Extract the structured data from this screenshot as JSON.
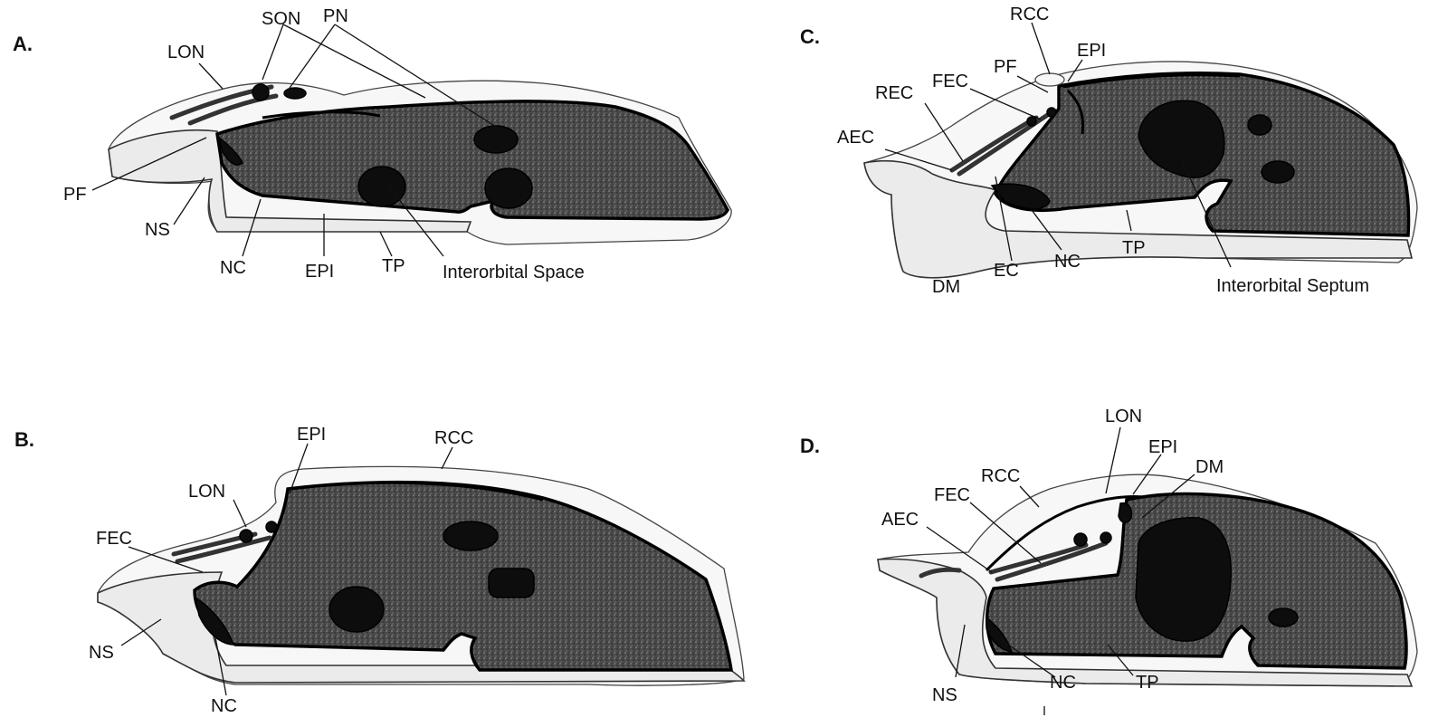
{
  "panels": {
    "a": {
      "letter": "A.",
      "labels": {
        "son": "SON",
        "pn": "PN",
        "lon": "LON",
        "pf": "PF",
        "ns": "NS",
        "nc": "NC",
        "epi": "EPI",
        "tp": "TP",
        "interorbital": "Interorbital Space"
      }
    },
    "b": {
      "letter": "B.",
      "labels": {
        "epi": "EPI",
        "rcc": "RCC",
        "lon": "LON",
        "fec": "FEC",
        "ns": "NS",
        "nc": "NC"
      }
    },
    "c": {
      "letter": "C.",
      "labels": {
        "rcc": "RCC",
        "epi": "EPI",
        "pf": "PF",
        "rec": "REC",
        "fec": "FEC",
        "aec": "AEC",
        "dm": "DM",
        "ec": "EC",
        "nc": "NC",
        "tp": "TP",
        "interorbital": "Interorbital Septum"
      }
    },
    "d": {
      "letter": "D.",
      "labels": {
        "lon": "LON",
        "rcc": "RCC",
        "epi": "EPI",
        "dm": "DM",
        "fec": "FEC",
        "aec": "AEC",
        "ns": "NS",
        "nc": "NC",
        "tp": "TP"
      }
    }
  },
  "colors": {
    "ink": "#111111",
    "stipple_dark": "#3a3a3a",
    "stipple_light": "#ebebeb"
  }
}
